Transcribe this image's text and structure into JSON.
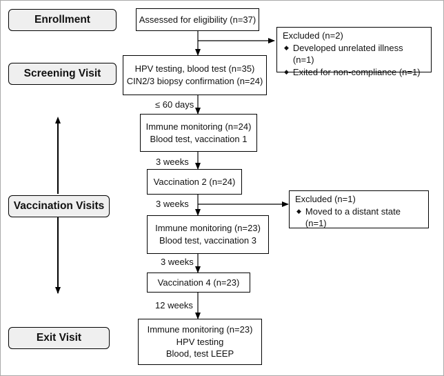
{
  "stages": {
    "enrollment": "Enrollment",
    "screening": "Screening Visit",
    "vaccination": "Vaccination Visits",
    "exit": "Exit Visit"
  },
  "boxes": {
    "assessed": [
      "Assessed for eligibility (n=37)"
    ],
    "screening": [
      "HPV testing, blood test (n=35)",
      "CIN2/3 biopsy confirmation (n=24)"
    ],
    "immune1": [
      "Immune monitoring (n=24)",
      "Blood test, vaccination 1"
    ],
    "vacc2": [
      "Vaccination 2 (n=24)"
    ],
    "immune2": [
      "Immune monitoring (n=23)",
      "Blood test, vaccination 3"
    ],
    "vacc4": [
      "Vaccination 4 (n=23)"
    ],
    "exit": [
      "Immune monitoring (n=23)",
      "HPV testing",
      "Blood, test LEEP"
    ]
  },
  "excluded1": {
    "title": "Excluded (n=2)",
    "items": [
      "Developed unrelated illness (n=1)",
      "Exited for non-compliance (n=1)"
    ]
  },
  "excluded2": {
    "title": "Excluded (n=1)",
    "items": [
      "Moved to a distant state (n=1)"
    ]
  },
  "intervals": {
    "screen_to_immune": "≤ 60 days",
    "immune_to_vacc2": "3 weeks",
    "vacc2_to_immune2": "3 weeks",
    "immune2_to_vacc4": "3 weeks",
    "vacc4_to_exit": "12 weeks"
  }
}
